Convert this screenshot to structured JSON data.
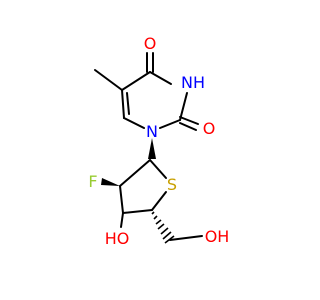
{
  "colors": {
    "bond": "#000000",
    "O": "#ff0000",
    "N": "#0000ff",
    "F": "#99cc33",
    "S": "#c8a000"
  },
  "atoms": {
    "o_top": "O",
    "nh_label": "NH",
    "o_right": "O",
    "n_ring": "N",
    "f": "F",
    "s": "S",
    "ho_left": "HO",
    "oh_right": "OH"
  }
}
